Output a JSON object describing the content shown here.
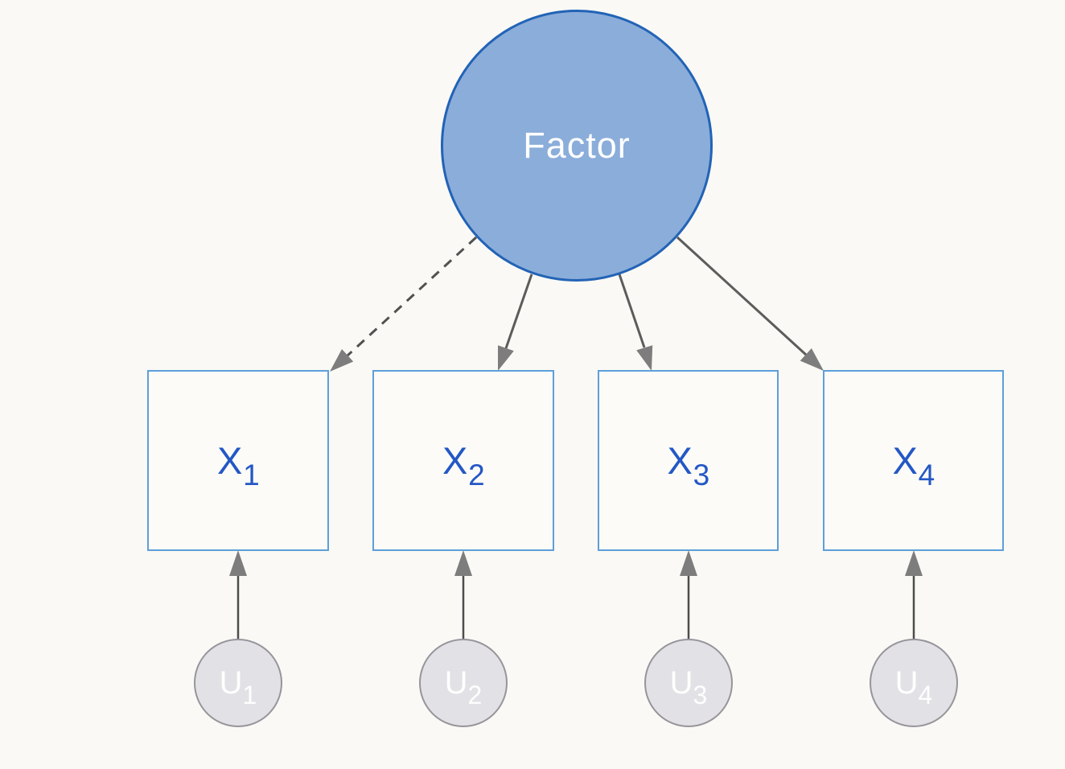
{
  "diagram": {
    "factor": {
      "label": "Factor"
    },
    "indicators": [
      {
        "base": "X",
        "sub": "1"
      },
      {
        "base": "X",
        "sub": "2"
      },
      {
        "base": "X",
        "sub": "3"
      },
      {
        "base": "X",
        "sub": "4"
      }
    ],
    "unique_factors": [
      {
        "base": "U",
        "sub": "1"
      },
      {
        "base": "U",
        "sub": "2"
      },
      {
        "base": "U",
        "sub": "3"
      },
      {
        "base": "U",
        "sub": "4"
      }
    ],
    "edges": [
      {
        "from": "Factor",
        "to": "X1",
        "style": "dashed"
      },
      {
        "from": "Factor",
        "to": "X2",
        "style": "solid"
      },
      {
        "from": "Factor",
        "to": "X3",
        "style": "solid"
      },
      {
        "from": "Factor",
        "to": "X4",
        "style": "solid"
      },
      {
        "from": "U1",
        "to": "X1",
        "style": "solid"
      },
      {
        "from": "U2",
        "to": "X2",
        "style": "solid"
      },
      {
        "from": "U3",
        "to": "X3",
        "style": "solid"
      },
      {
        "from": "U4",
        "to": "X4",
        "style": "solid"
      }
    ],
    "colors": {
      "background": "#faf9f5",
      "factor_fill": "#8badda",
      "factor_border": "#2263b6",
      "factor_text": "#ffffff",
      "indicator_fill": "#fcfbf8",
      "indicator_border": "#5d9fd9",
      "indicator_text": "#2457c5",
      "unique_fill": "#e2e1e5",
      "unique_border": "#97959b",
      "unique_text": "#f5f4f6",
      "arrow_line": "#5c5c5c",
      "arrow_head": "#7d7d7d"
    }
  }
}
